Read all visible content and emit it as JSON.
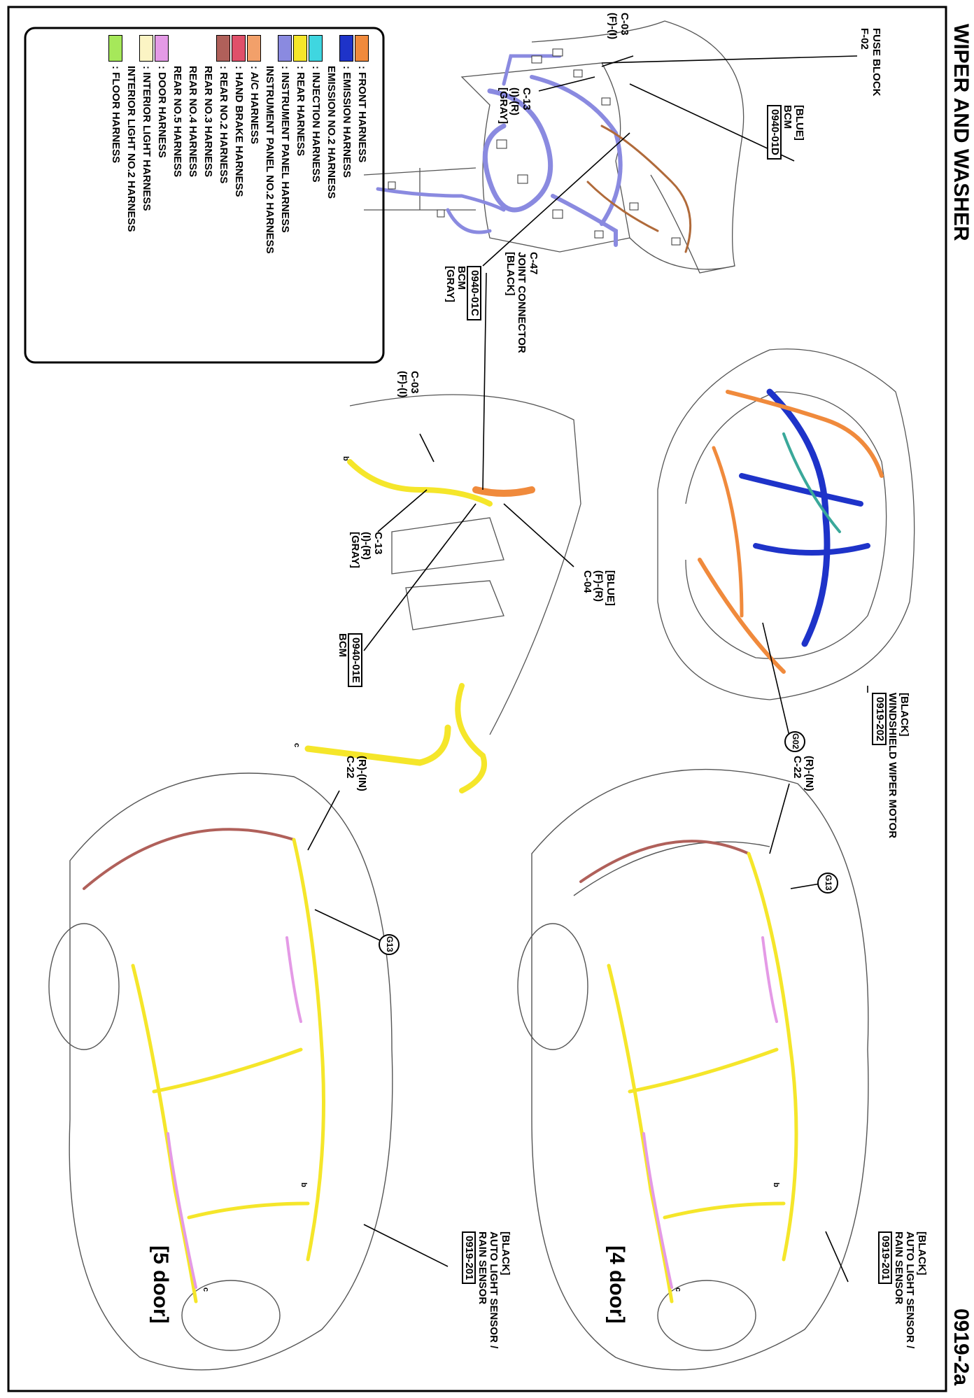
{
  "page": {
    "title": "WIPER AND WASHER",
    "code": "0919-2a"
  },
  "legend": [
    {
      "label": ": FRONT HARNESS",
      "color": "#f08a3c"
    },
    {
      "label": ": EMISSION HARNESS",
      "color": "#1e33c9"
    },
    {
      "label": "  EMISSION NO.2 HARNESS",
      "color": ""
    },
    {
      "label": ": INJECTION HARNESS",
      "color": "#3fd6e0"
    },
    {
      "label": ": REAR HARNESS",
      "color": "#f5e62a"
    },
    {
      "label": ": INSTRUMENT PANEL HARNESS",
      "color": "#8a8ae0"
    },
    {
      "label": "  INSTRUMENT PANEL NO.2 HARNESS",
      "color": ""
    },
    {
      "label": ": A/C HARNESS",
      "color": "#f2a06a"
    },
    {
      "label": ": HAND BRAKE HARNESS",
      "color": "#e0506a"
    },
    {
      "label": ": REAR NO.2 HARNESS",
      "color": "#b0605a"
    },
    {
      "label": "  REAR NO.3 HARNESS",
      "color": ""
    },
    {
      "label": "  REAR NO.4 HARNESS",
      "color": ""
    },
    {
      "label": "  REAR NO.5 HARNESS",
      "color": ""
    },
    {
      "label": ": DOOR HARNESS",
      "color": "#e49ae6"
    },
    {
      "label": ": INTERIOR LIGHT HARNESS",
      "color": "#fbf4c4"
    },
    {
      "label": "  INTERIOR LIGHT NO.2 HARNESS",
      "color": ""
    },
    {
      "label": ": FLOOR HARNESS",
      "color": "#a6e85a"
    }
  ],
  "callouts": {
    "fuse_block": [
      "FUSE BLOCK",
      "F-02"
    ],
    "c03_top": [
      "C-03",
      "(F)-(I)"
    ],
    "c13_top": [
      "C-13",
      "(I)-(R)",
      "[GRAY]"
    ],
    "bcm_01d": {
      "color": "[BLUE]",
      "name": "BCM",
      "code": "0940-01D"
    },
    "c47": [
      "C-47",
      "JOINT CONNECTOR",
      "[BLACK]"
    ],
    "bcm_01c": {
      "code": "0940-01C",
      "name": "BCM",
      "color": "[GRAY]"
    },
    "c03_mid": [
      "C-03",
      "(F)-(I)"
    ],
    "c13_mid": [
      "C-13",
      "(I)-(R)",
      "[GRAY]"
    ],
    "c04": [
      "[BLUE]",
      "(F)-(R)",
      "C-04"
    ],
    "bcm_01e": {
      "code": "0940-01E",
      "name": "BCM"
    },
    "wiper_motor": {
      "color": "[BLACK]",
      "name": "WINDSHIELD WIPER MOTOR",
      "code": "0919-202"
    },
    "g02": "G02",
    "c22_right": [
      "(R)-(IN)",
      "C-22"
    ],
    "g13_right": "G13",
    "c22_left": [
      "(R)-(IN)",
      "C-22"
    ],
    "g13_left": "G13",
    "sensor_right": {
      "color": "[BLACK]",
      "name1": "AUTO LIGHT SENSOR /",
      "name2": "RAIN SENSOR",
      "code": "0919-201"
    },
    "sensor_left": {
      "color": "[BLACK]",
      "name1": "AUTO LIGHT SENSOR /",
      "name2": "RAIN SENSOR",
      "code": "0919-201"
    },
    "door_4": "[4 door]",
    "door_5": "[5 door]",
    "mark_b": "b",
    "mark_c": "c"
  }
}
